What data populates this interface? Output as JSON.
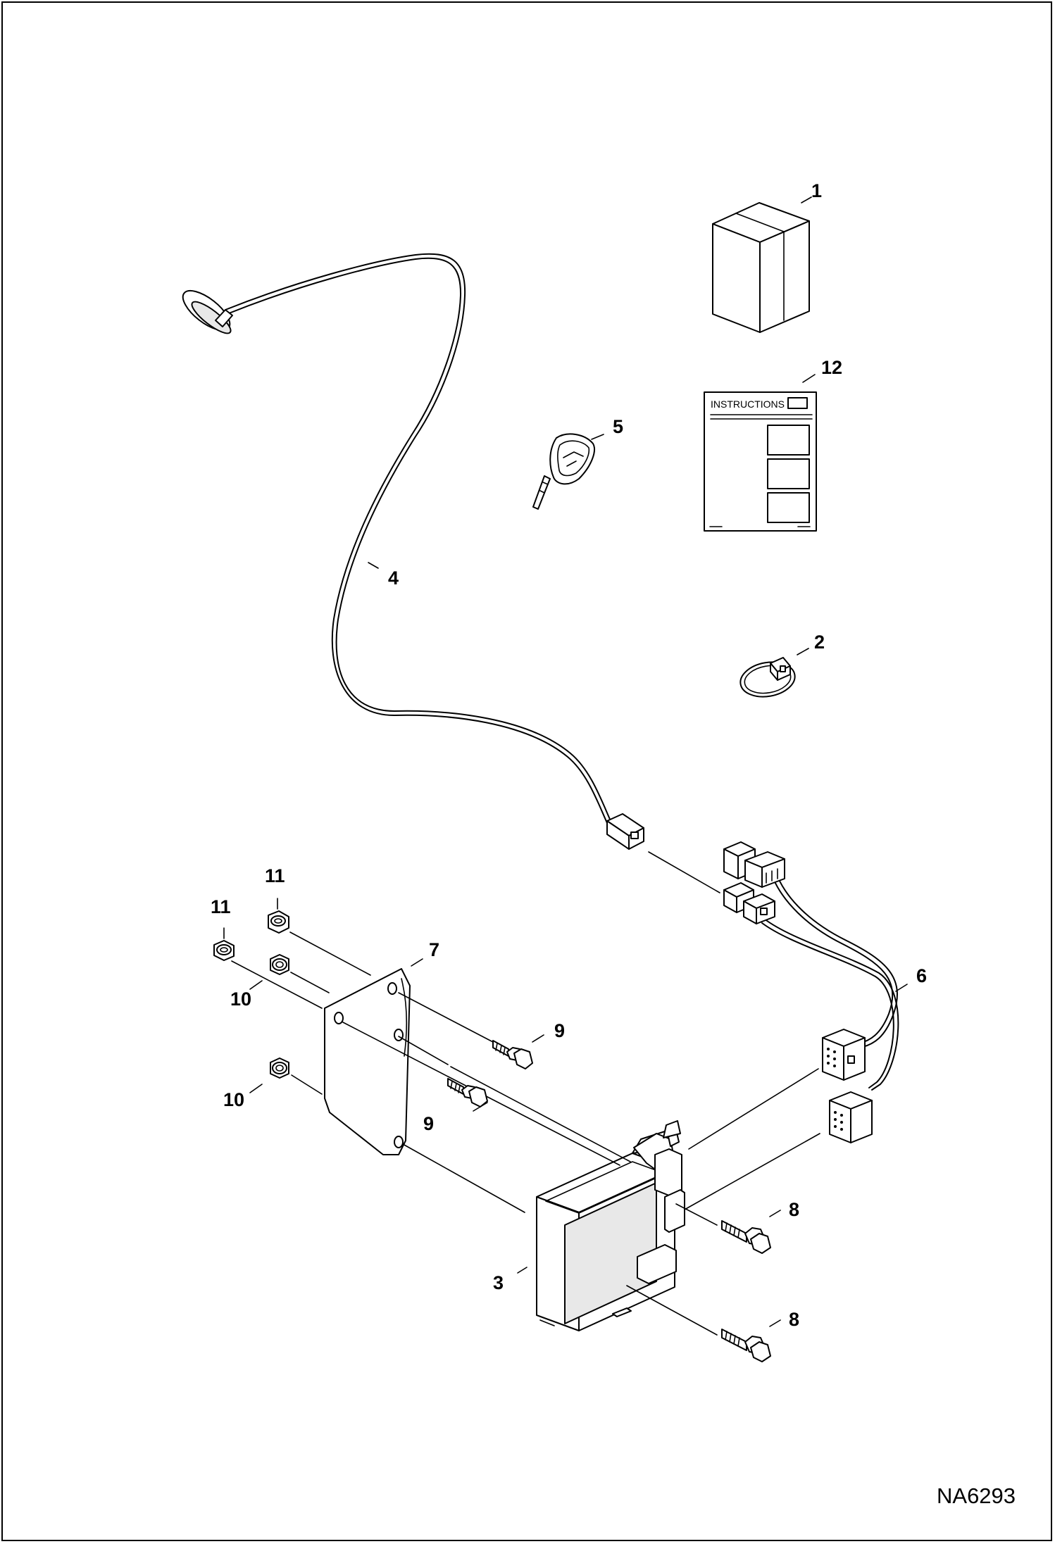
{
  "drawing_code": "NA6293",
  "instructions_text": "INSTRUCTIONS",
  "callouts": {
    "c1": "1",
    "c2": "2",
    "c3": "3",
    "c4": "4",
    "c5": "5",
    "c6": "6",
    "c7": "7",
    "c8a": "8",
    "c8b": "8",
    "c9a": "9",
    "c9b": "9",
    "c10a": "10",
    "c10b": "10",
    "c11a": "11",
    "c11b": "11",
    "c12": "12"
  }
}
